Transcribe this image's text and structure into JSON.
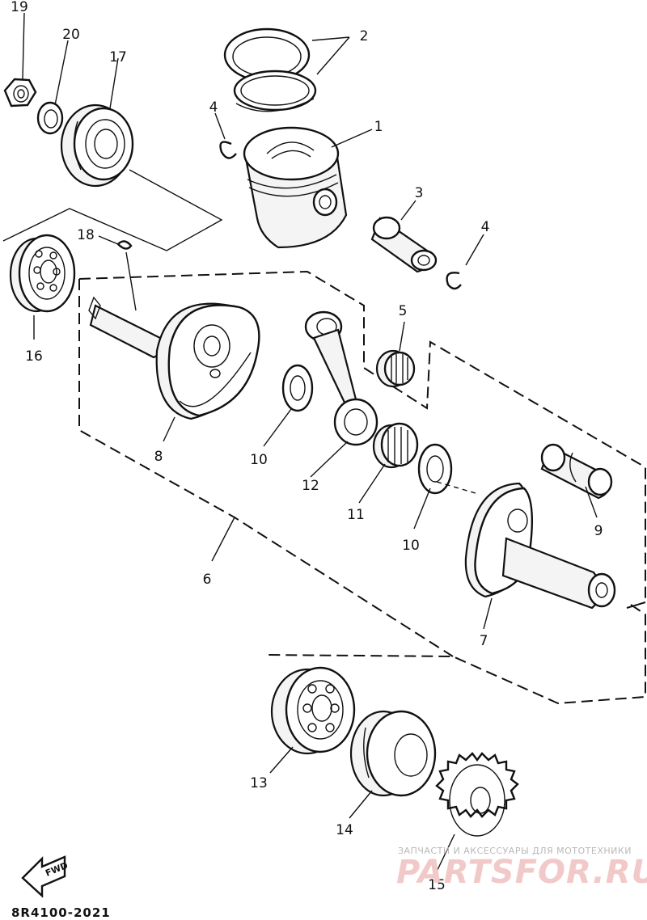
{
  "diagram": {
    "callouts": [
      {
        "id": "c19",
        "text": "19"
      },
      {
        "id": "c20",
        "text": "20"
      },
      {
        "id": "c17",
        "text": "17"
      },
      {
        "id": "c2",
        "text": "2"
      },
      {
        "id": "c4a",
        "text": "4"
      },
      {
        "id": "c1",
        "text": "1"
      },
      {
        "id": "c3",
        "text": "3"
      },
      {
        "id": "c4b",
        "text": "4"
      },
      {
        "id": "c18",
        "text": "18"
      },
      {
        "id": "c16",
        "text": "16"
      },
      {
        "id": "c5",
        "text": "5"
      },
      {
        "id": "c8",
        "text": "8"
      },
      {
        "id": "c10a",
        "text": "10"
      },
      {
        "id": "c12",
        "text": "12"
      },
      {
        "id": "c11",
        "text": "11"
      },
      {
        "id": "c10b",
        "text": "10"
      },
      {
        "id": "c9",
        "text": "9"
      },
      {
        "id": "c6",
        "text": "6"
      },
      {
        "id": "c7",
        "text": "7"
      },
      {
        "id": "c13",
        "text": "13"
      },
      {
        "id": "c14",
        "text": "14"
      },
      {
        "id": "c15",
        "text": "15"
      }
    ],
    "fwd_label": "FWD",
    "diagram_code": "8R4100-2021"
  },
  "watermark": {
    "tagline": "ЗАПЧАСТИ И АКСЕССУАРЫ ДЛЯ МОТОТЕХНИКИ",
    "brand": "PARTSFOR.RU"
  }
}
